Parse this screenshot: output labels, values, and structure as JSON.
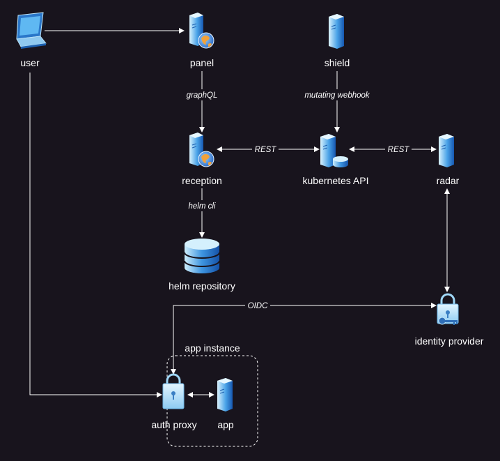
{
  "nodes": {
    "user": "user",
    "panel": "panel",
    "shield": "shield",
    "reception": "reception",
    "kubernetes_api": "kubernetes API",
    "radar": "radar",
    "helm_repository": "helm repository",
    "identity_provider": "identity provider",
    "auth_proxy": "auth proxy",
    "app": "app"
  },
  "groups": {
    "app_instance": "app instance"
  },
  "edges": {
    "graphql": "graphQL",
    "mutating_webhook": "mutating webhook",
    "rest_left": "REST",
    "rest_right": "REST",
    "helm_cli": "helm cli",
    "oidc": "OIDC"
  },
  "colors": {
    "background": "#18141d",
    "icon_light": "#bfe6fb",
    "icon_dark": "#1b6cc3",
    "line": "#ffffff"
  }
}
